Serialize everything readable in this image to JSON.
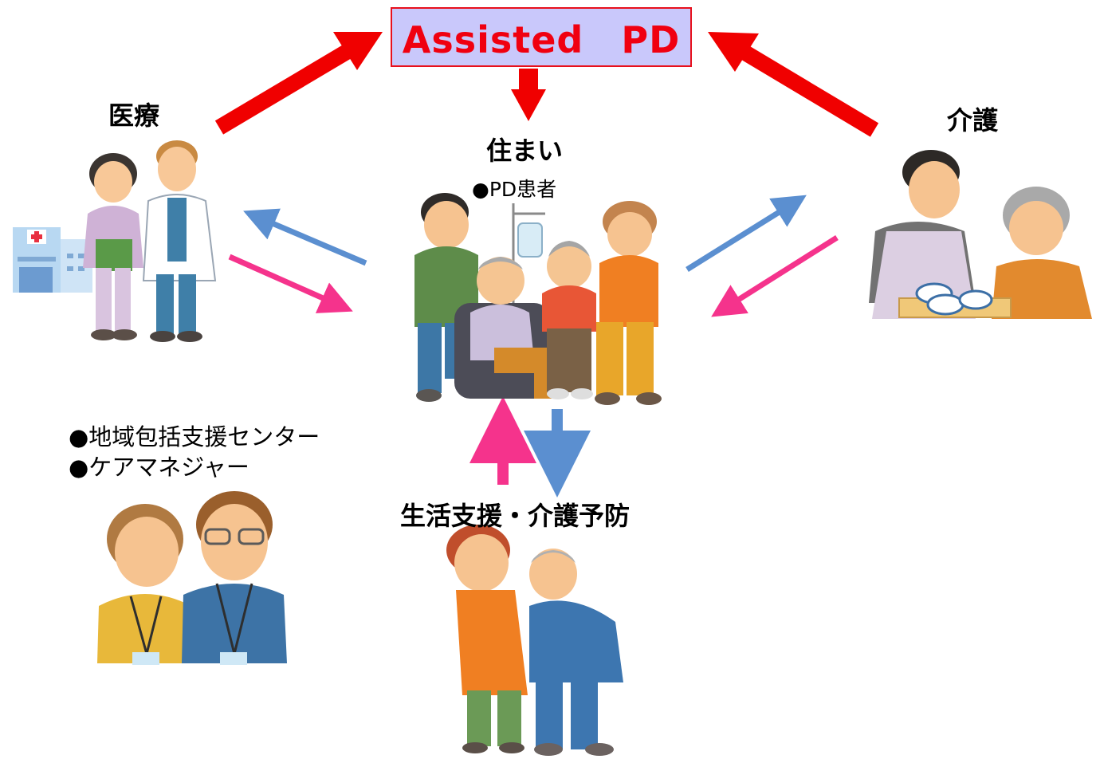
{
  "title": "Assisted　PD",
  "nodes": {
    "medical": {
      "label": "医療"
    },
    "care": {
      "label": "介護"
    },
    "home": {
      "label": "住まい",
      "note": "●PD患者"
    },
    "support": {
      "label": "生活支援・介護予防"
    },
    "center": {
      "notes": [
        "●地域包括支援センター",
        "●ケアマネジャー"
      ]
    }
  },
  "colors": {
    "title_bg": "#c9c8fb",
    "title_text": "#f00010",
    "red_arrow": "#f00000",
    "blue_arrow": "#5b8fd0",
    "pink_arrow": "#f5338c"
  }
}
